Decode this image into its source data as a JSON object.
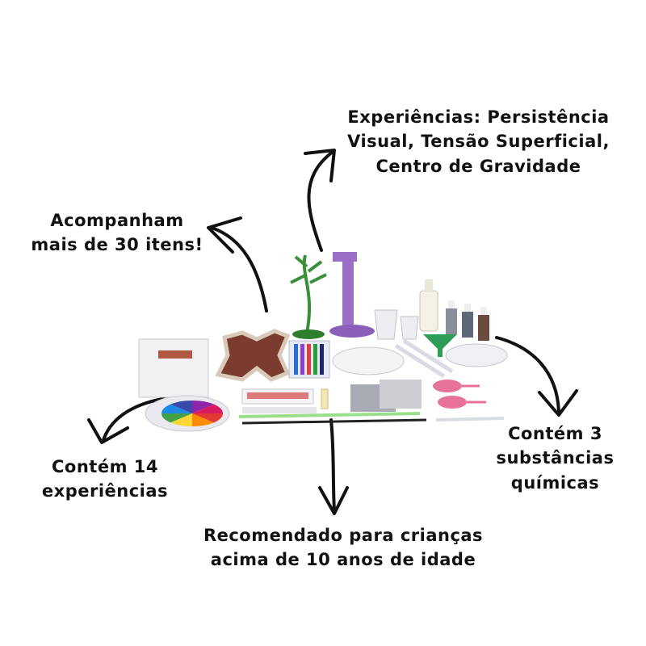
{
  "annotations": {
    "experiences": [
      "Experiências: Persistência",
      "Visual, Tensão Superficial,",
      "Centro de Gravidade"
    ],
    "items": [
      "Acompanham",
      "mais de 30 itens!"
    ],
    "count_experiences": [
      "Contém 14",
      "experiências"
    ],
    "chemicals": [
      "Contém 3",
      "substâncias",
      "químicas"
    ],
    "age": [
      "Recomendado para crianças",
      "acima de 10 anos de idade"
    ]
  },
  "colors": {
    "text": "#111111",
    "purple_stand": "#9b6fc7",
    "green_tree": "#3a8f3a",
    "funnel": "#2e9e56",
    "balloon": "#e8729a",
    "card_red": "#8a3a2a"
  },
  "color_wheel": [
    "#e53935",
    "#fb8c00",
    "#fdd835",
    "#43a047",
    "#1e88e5",
    "#3949ab",
    "#8e24aa",
    "#d81b60"
  ]
}
